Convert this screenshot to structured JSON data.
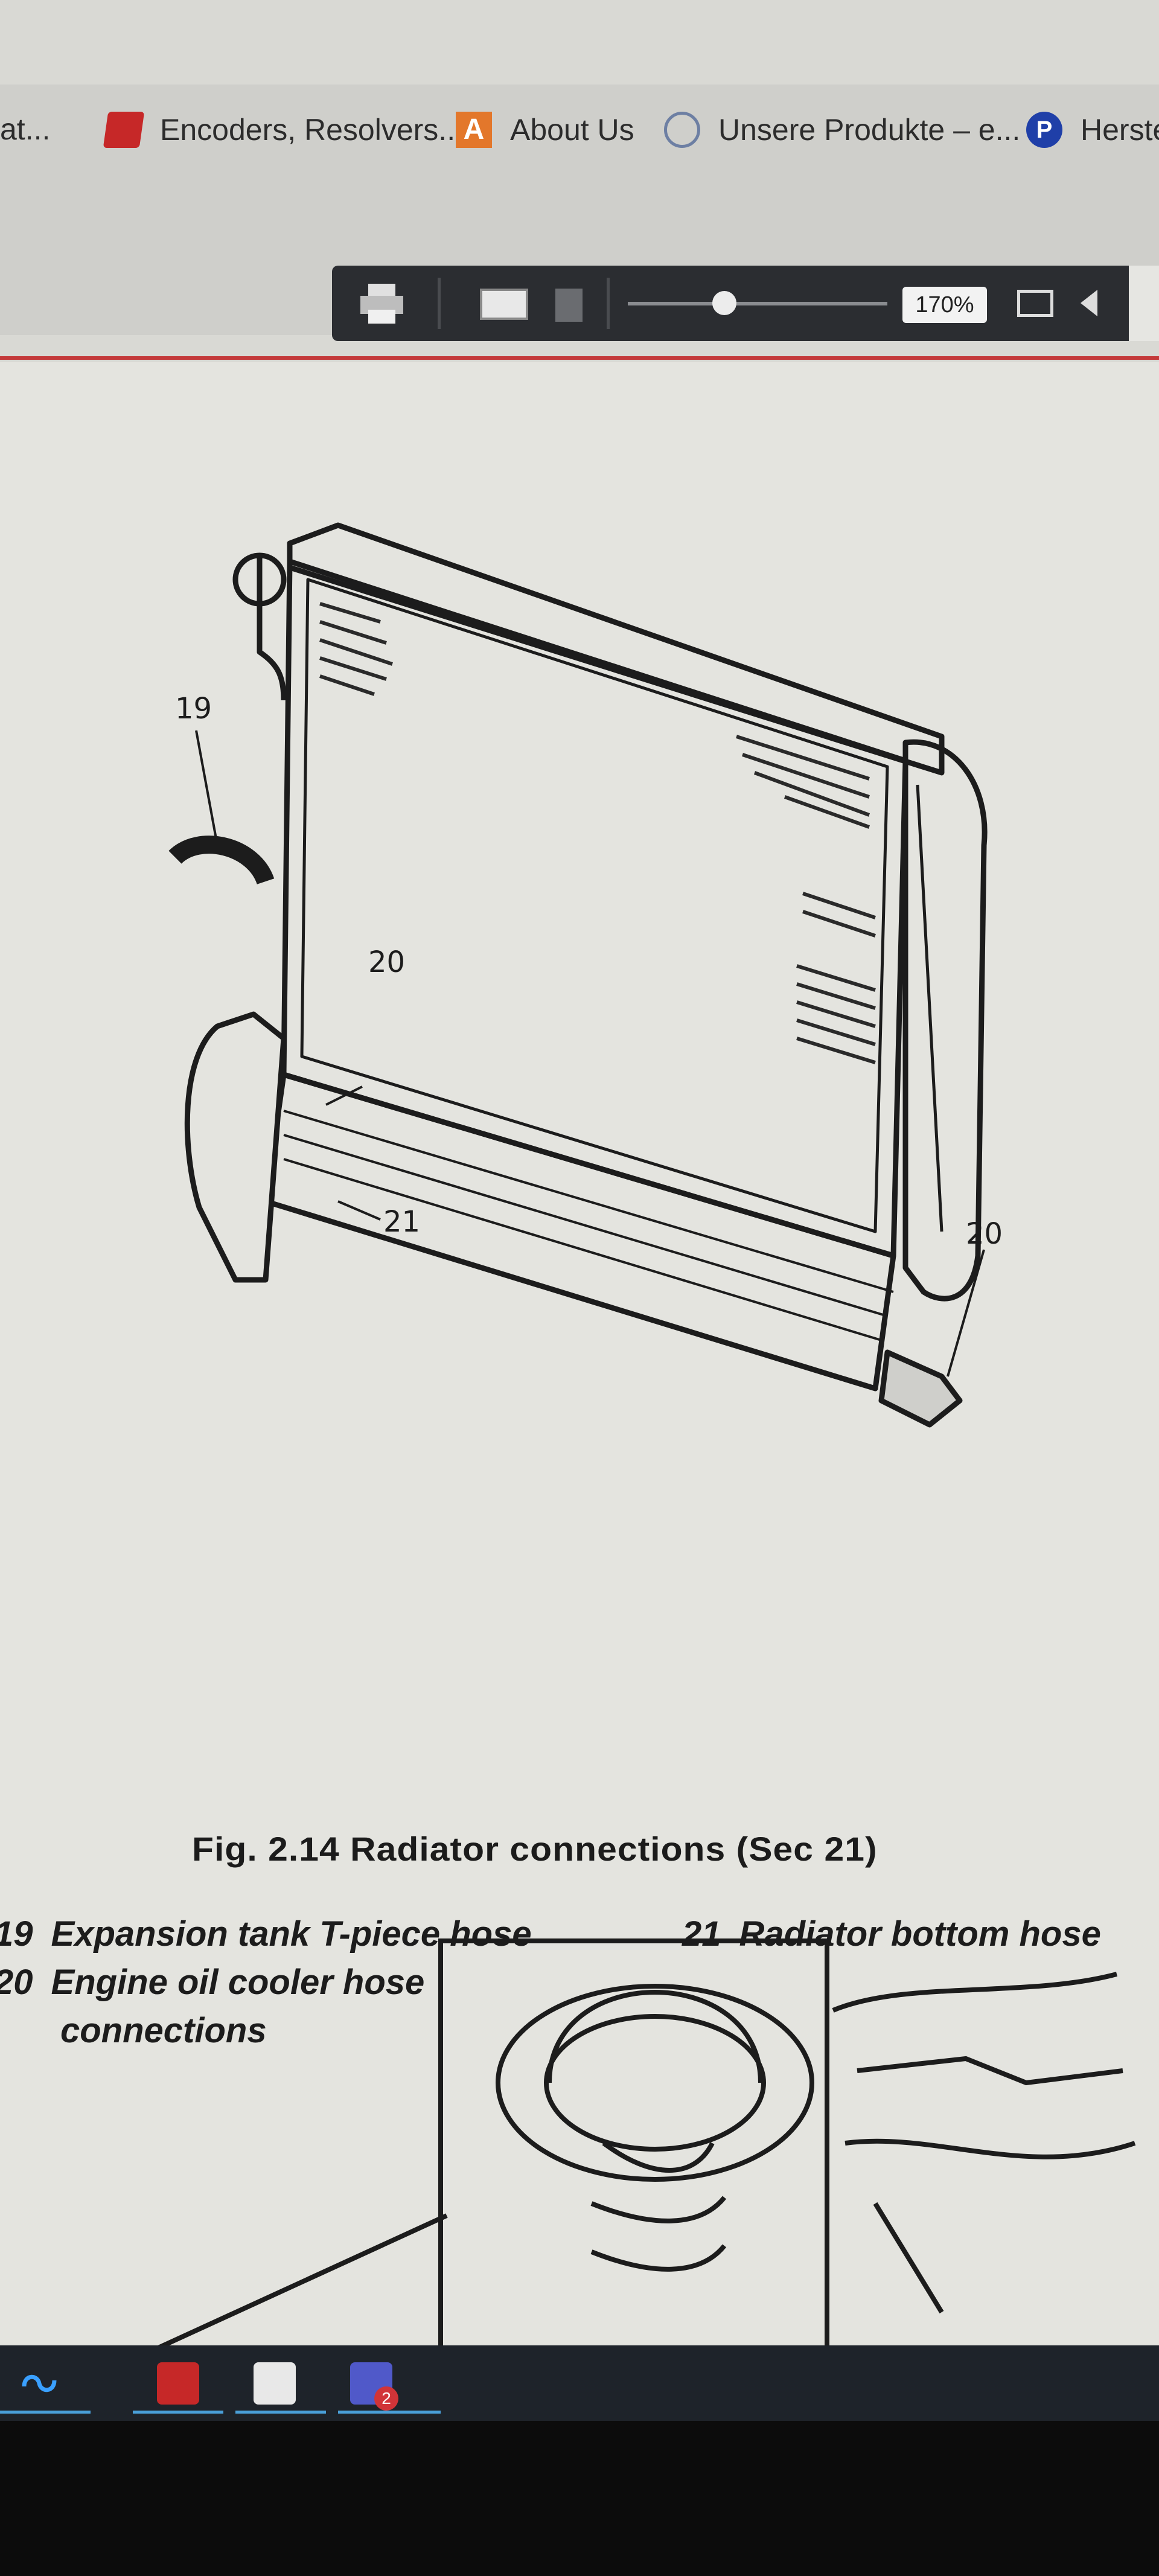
{
  "bookmarks": [
    {
      "label": "at...",
      "icon": "none"
    },
    {
      "label": "Encoders, Resolvers...",
      "icon": "red-bookmark-icon"
    },
    {
      "label": "About Us",
      "icon": "a-logo-icon"
    },
    {
      "label": "Unsere Produkte – e...",
      "icon": "globe-icon"
    },
    {
      "label": "Herste",
      "icon": "p-logo-icon"
    }
  ],
  "toolbar": {
    "zoom": "170%"
  },
  "figure": {
    "labels": {
      "callout_19": "19",
      "callout_20_left": "20",
      "callout_20_right": "20",
      "callout_21": "21"
    },
    "caption": "Fig. 2.14 Radiator connections (Sec 21)",
    "legend": [
      {
        "num": "19",
        "text": "Expansion tank T-piece hose"
      },
      {
        "num": "20",
        "text": "Engine oil cooler hose"
      },
      {
        "num": "",
        "text": "connections"
      },
      {
        "num": "21",
        "text": "Radiator bottom hose"
      }
    ]
  },
  "taskbar": {
    "badge": "2"
  },
  "colors": {
    "toolbar": "#2b2d31",
    "accent_red": "#c43a3a",
    "paper": "#e4e4df"
  }
}
